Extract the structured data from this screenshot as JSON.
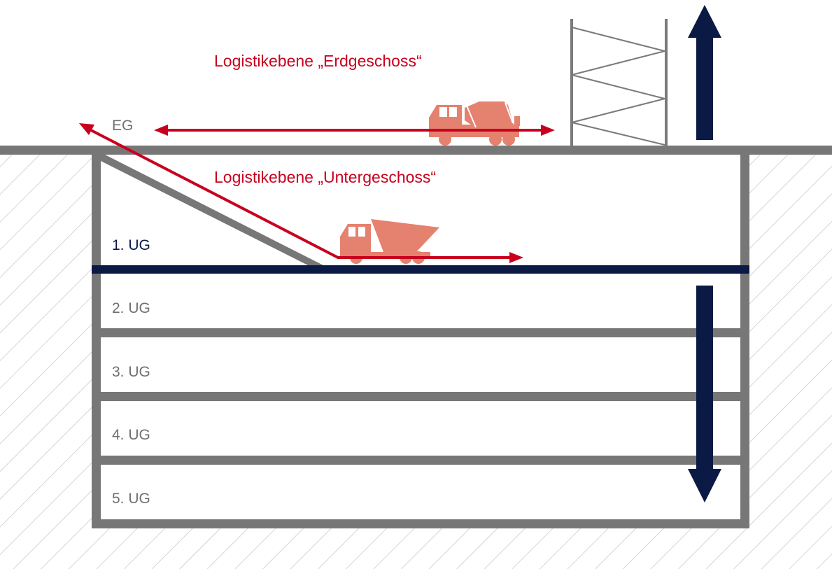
{
  "colors": {
    "wall": "#777777",
    "hatch": "#c8c8c8",
    "red": "#c8001e",
    "truck": "#e5816f",
    "navy": "#0b1a45",
    "label_gray": "#6f6f6f",
    "scaffold": "#7a7a7a"
  },
  "titles": {
    "ground_level": "Logistikebene „Erdgeschoss“",
    "underground_level": "Logistikebene „Untergeschoss“"
  },
  "floors": [
    {
      "id": "eg",
      "label": "EG"
    },
    {
      "id": "ug1",
      "label": "1. UG",
      "highlight": true
    },
    {
      "id": "ug2",
      "label": "2. UG"
    },
    {
      "id": "ug3",
      "label": "3. UG"
    },
    {
      "id": "ug4",
      "label": "4. UG"
    },
    {
      "id": "ug5",
      "label": "5. UG"
    }
  ],
  "icons": {
    "mixer_truck": "concrete-mixer-truck-icon",
    "dump_truck": "dump-truck-icon",
    "scaffold": "scaffold-icon",
    "arrow_up": "arrow-up-icon",
    "arrow_down": "arrow-down-icon"
  }
}
